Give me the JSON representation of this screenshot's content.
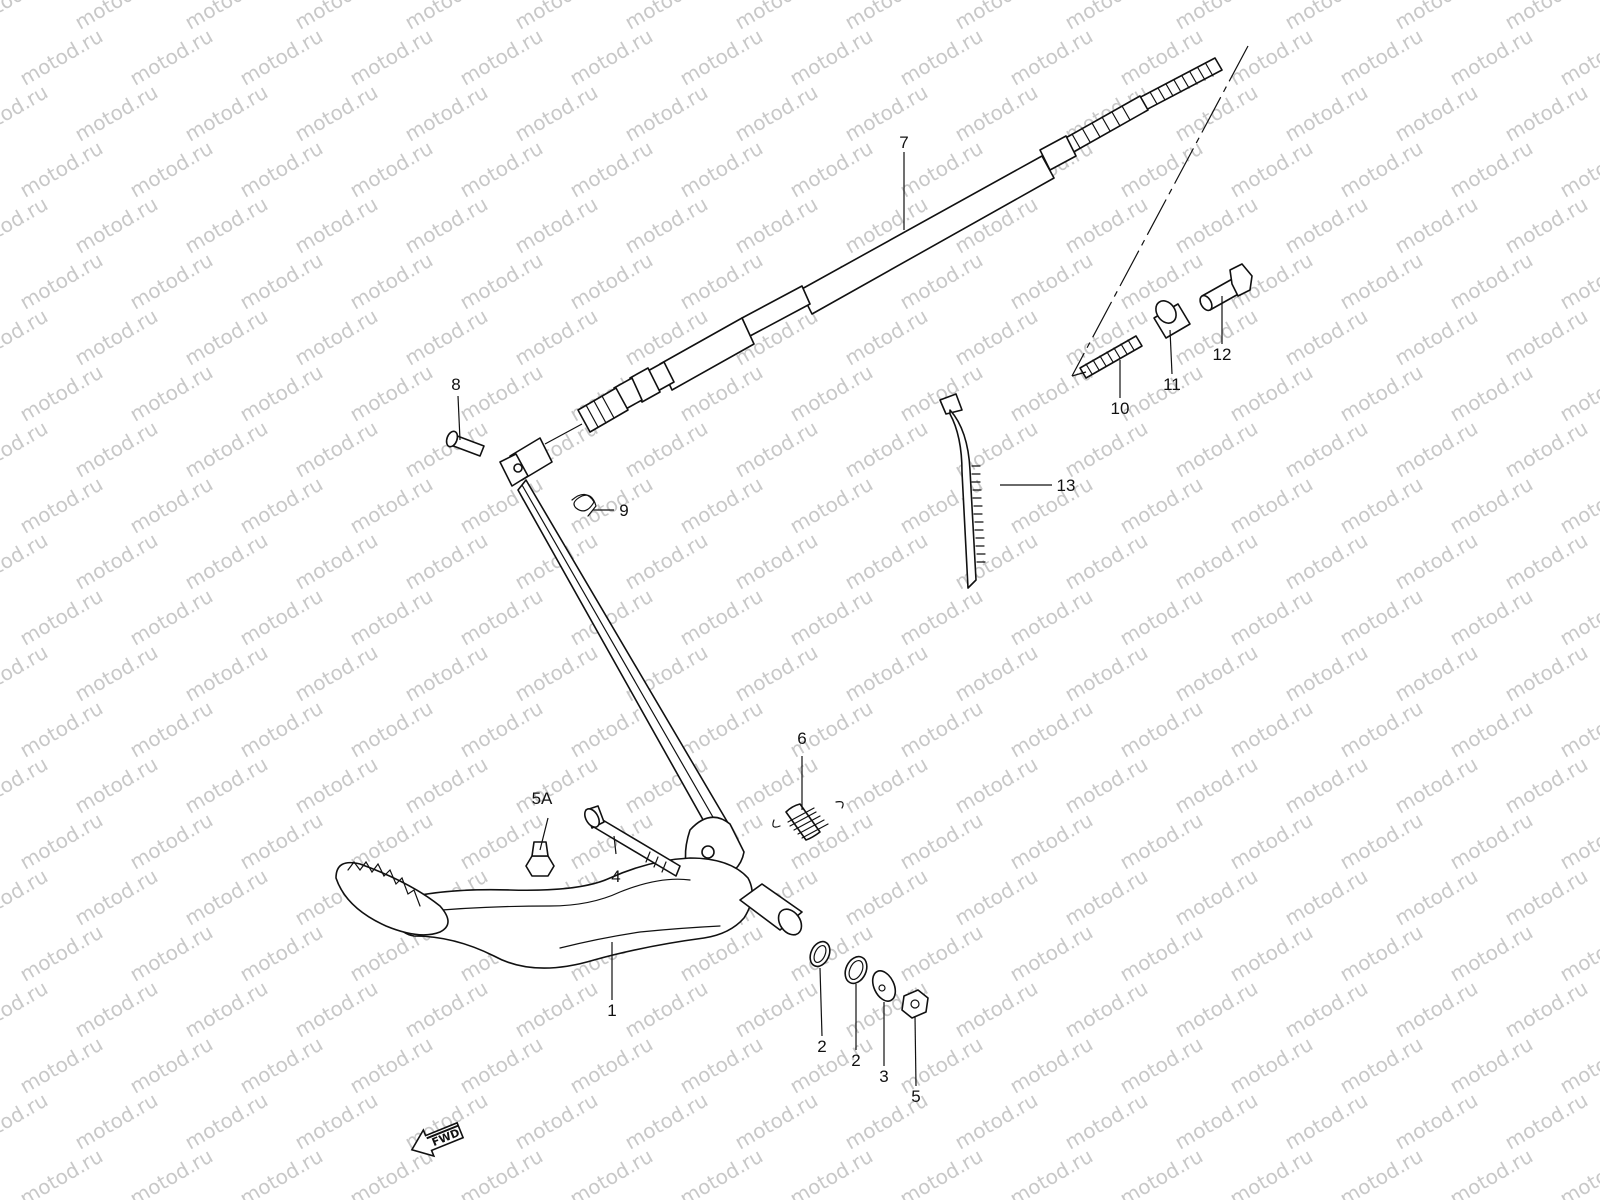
{
  "watermark": "motod.ru",
  "fwd_badge": "FWD",
  "callouts": {
    "c1": "1",
    "c2a": "2",
    "c2b": "2",
    "c3": "3",
    "c4": "4",
    "c5": "5",
    "c5a": "5A",
    "c6": "6",
    "c7": "7",
    "c8": "8",
    "c9": "9",
    "c10": "10",
    "c11": "11",
    "c12": "12",
    "c13": "13"
  }
}
